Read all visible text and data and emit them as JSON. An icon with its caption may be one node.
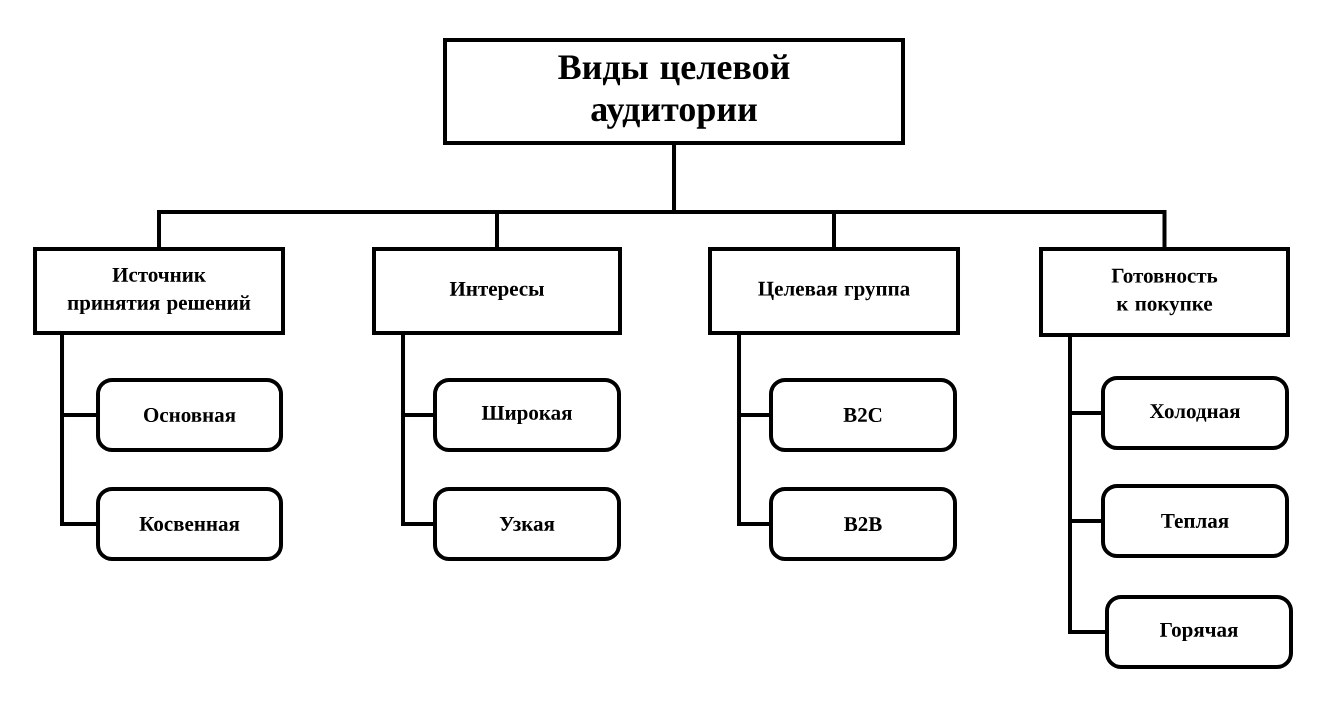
{
  "diagram": {
    "nodes": [
      {
        "text": [
          "Виды целевой аудитории"
        ]
      },
      {
        "text": [
          "Источник принятия решений"
        ]
      },
      {
        "text": [
          "Интересы"
        ]
      },
      {
        "text": [
          "Целевая группа"
        ]
      },
      {
        "text": [
          "Готовность к покупке"
        ]
      },
      {
        "text": [
          "Основная"
        ]
      },
      {
        "text": [
          "Косвенная"
        ]
      },
      {
        "text": [
          "Широкая"
        ]
      },
      {
        "text": [
          "Узкая"
        ]
      },
      {
        "text": [
          "B2C"
        ]
      },
      {
        "text": [
          "B2B"
        ]
      },
      {
        "text": [
          "Холодная"
        ]
      },
      {
        "text": [
          "Теплая"
        ]
      },
      {
        "text": [
          "Горячая"
        ]
      }
    ],
    "edges": [
      {
        "from": 0,
        "to": 1,
        "arrow": "none"
      },
      {
        "from": 0,
        "to": 2,
        "arrow": "none"
      },
      {
        "from": 0,
        "to": 3,
        "arrow": "none"
      },
      {
        "from": 0,
        "to": 4,
        "arrow": "none"
      },
      {
        "from": 1,
        "to": 5,
        "arrow": "none"
      },
      {
        "from": 1,
        "to": 6,
        "arrow": "none"
      },
      {
        "from": 2,
        "to": 7,
        "arrow": "none"
      },
      {
        "from": 2,
        "to": 8,
        "arrow": "none"
      },
      {
        "from": 3,
        "to": 9,
        "arrow": "none"
      },
      {
        "from": 3,
        "to": 10,
        "arrow": "none"
      },
      {
        "from": 4,
        "to": 11,
        "arrow": "none"
      },
      {
        "from": 4,
        "to": 12,
        "arrow": "none"
      },
      {
        "from": 4,
        "to": 13,
        "arrow": "none"
      }
    ]
  }
}
